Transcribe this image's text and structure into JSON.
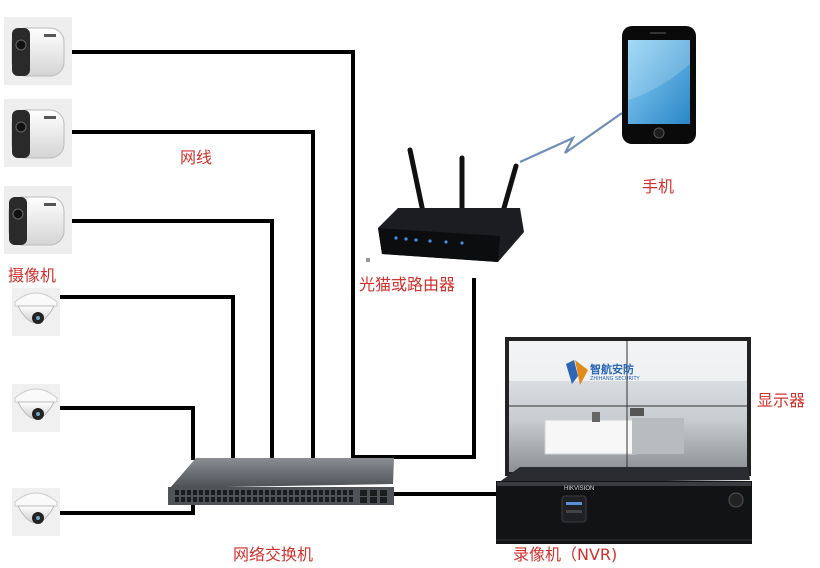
{
  "labels": {
    "camera": "摄像机",
    "network_cable": "网线",
    "router": "光猫或路由器",
    "phone": "手机",
    "display": "显示器",
    "switch": "网络交换机",
    "nvr": "录像机（NVR)"
  },
  "display_screen": {
    "logo_text": "智航安防",
    "logo_subtext": "ZHIHANG SECURITY"
  },
  "nvr_device": {
    "brand": "HIKVISION"
  },
  "colors": {
    "label": "#d0312d",
    "cable": "#000000",
    "wireless_link": "#6f8fb8"
  }
}
